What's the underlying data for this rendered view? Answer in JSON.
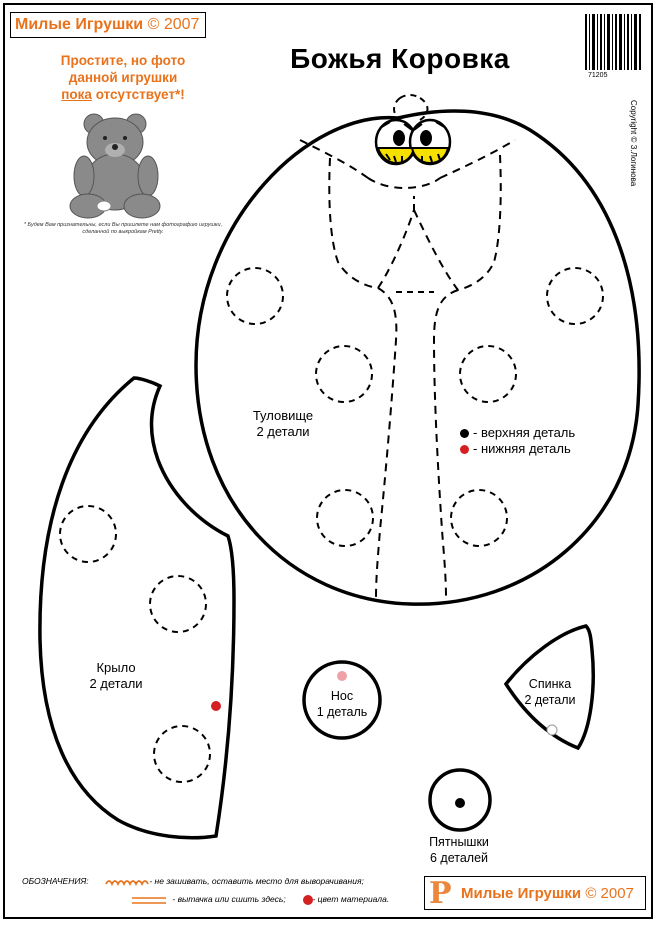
{
  "header": {
    "brand_name": "Милые Игрушки",
    "brand_year": "© 2007",
    "title": "Божья Коровка",
    "barcode_number": "71205",
    "copyright": "Copyright © З.Логинова"
  },
  "notice": {
    "line1": "Простите, но фото",
    "line2": "данной игрушки",
    "line3_underlined": "пока",
    "line3_rest": "отсутствует*!",
    "footnote": "* Будем Вам признательны, если Вы пришлете нам фотографию игрушки, сделанной по выкройкам Pretty."
  },
  "pieces": {
    "body_name": "Туловище",
    "body_count": "2 детали",
    "wing_name": "Крыло",
    "wing_count": "2 детали",
    "nose_name": "Нос",
    "nose_count": "1 деталь",
    "back_name": "Спинка",
    "back_count": "2 детали",
    "spots_name": "Пятнышки",
    "spots_count": "6 деталей"
  },
  "legend": {
    "upper_part": "- верхняя деталь",
    "lower_part": "- нижняя деталь",
    "upper_color": "#000000",
    "lower_color": "#d42020"
  },
  "notes": {
    "label": "ОБОЗНАЧЕНИЯ:",
    "unsewn": "- не зашивать, оставить место  для выворачивания;",
    "dart": "- вытачка или сшить здесь;",
    "material": "- цвет материала."
  },
  "watermark": {
    "site": "Милые Игрушки",
    "year": "© 2007"
  },
  "colors": {
    "brand_orange": "#e8731c",
    "red_dot": "#d42020",
    "pink_dot": "#f0a0a8",
    "eye_yellow": "#f5e000"
  }
}
